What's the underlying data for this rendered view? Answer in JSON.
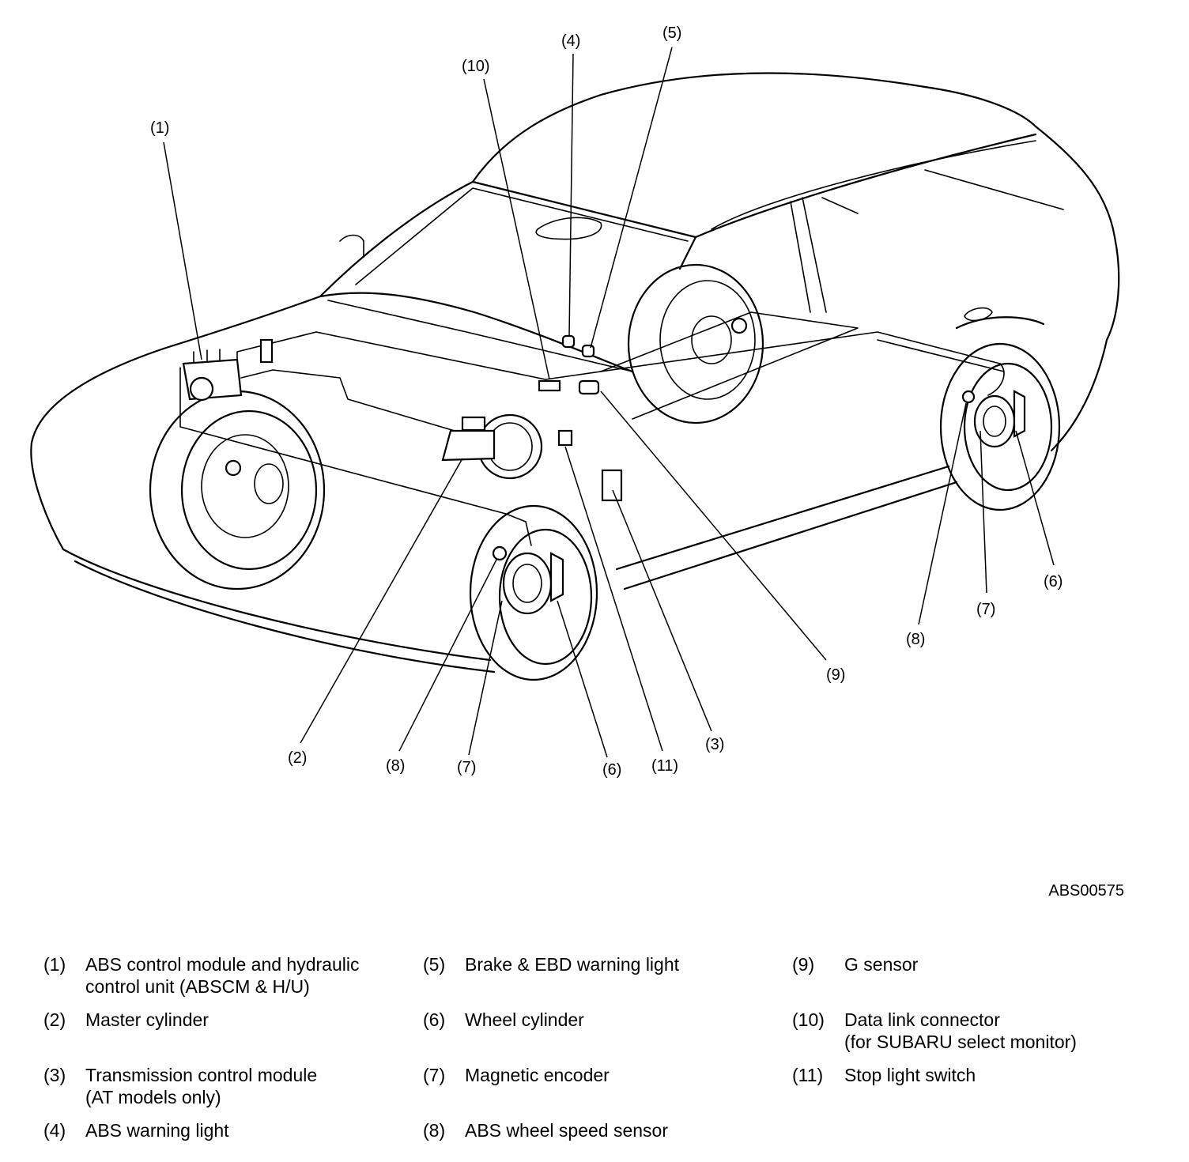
{
  "figure_code": "ABS00575",
  "callouts": {
    "c1": "(1)",
    "c2": "(2)",
    "c3": "(3)",
    "c4": "(4)",
    "c5": "(5)",
    "c6_front": "(6)",
    "c6_rear": "(6)",
    "c7_front": "(7)",
    "c7_rear": "(7)",
    "c8_front": "(8)",
    "c8_rear": "(8)",
    "c9": "(9)",
    "c10": "(10)",
    "c11": "(11)"
  },
  "legend": [
    {
      "num": "(1)",
      "text": "ABS control module and hydraulic\ncontrol unit (ABSCM & H/U)"
    },
    {
      "num": "(2)",
      "text": "Master cylinder"
    },
    {
      "num": "(3)",
      "text": "Transmission control module\n(AT models only)"
    },
    {
      "num": "(4)",
      "text": "ABS warning light"
    },
    {
      "num": "(5)",
      "text": "Brake & EBD warning light"
    },
    {
      "num": "(6)",
      "text": "Wheel cylinder"
    },
    {
      "num": "(7)",
      "text": "Magnetic encoder"
    },
    {
      "num": "(8)",
      "text": "ABS wheel speed sensor"
    },
    {
      "num": "(9)",
      "text": "G sensor"
    },
    {
      "num": "(10)",
      "text": "Data link connector\n(for SUBARU select monitor)"
    },
    {
      "num": "(11)",
      "text": "Stop light switch"
    }
  ]
}
